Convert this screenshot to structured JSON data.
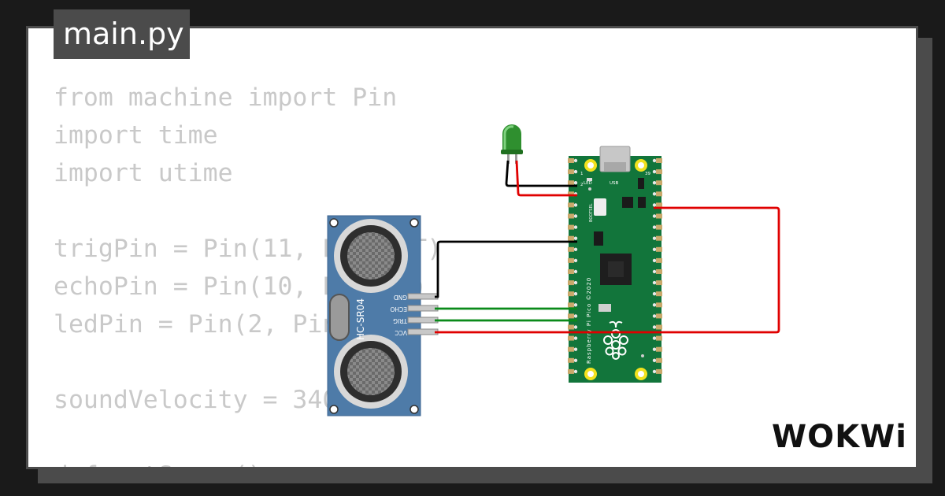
{
  "editor": {
    "filename": "main.py",
    "code_lines": [
      "from machine import Pin",
      "import time",
      "import utime",
      "",
      "trigPin = Pin(11, Pin.OUT)",
      "echoPin = Pin(10, Pin.IN)",
      "ledPin = Pin(2, Pin.OUT)",
      "",
      "soundVelocity = 340",
      "",
      "def getSonar():"
    ]
  },
  "sensor": {
    "name": "HC-SR04",
    "pins": [
      "GND",
      "ECHO",
      "TRIG",
      "VCC"
    ]
  },
  "pico": {
    "label": "Raspberry Pi Pico ©2020",
    "led_label": "LED",
    "usb_label": "USB",
    "bootsel_label": "BOOTSEL",
    "pin_number_left": "1",
    "pin_number_2": "2",
    "pin_number_right": "39"
  },
  "led": {
    "color": "green"
  },
  "brand": {
    "logo_text": "WOKWi"
  },
  "colors": {
    "board_green": "#12753b",
    "sensor_blue": "#4e7ba8",
    "wire_black": "#000000",
    "wire_red": "#e00000",
    "wire_green": "#0a8a1a"
  }
}
